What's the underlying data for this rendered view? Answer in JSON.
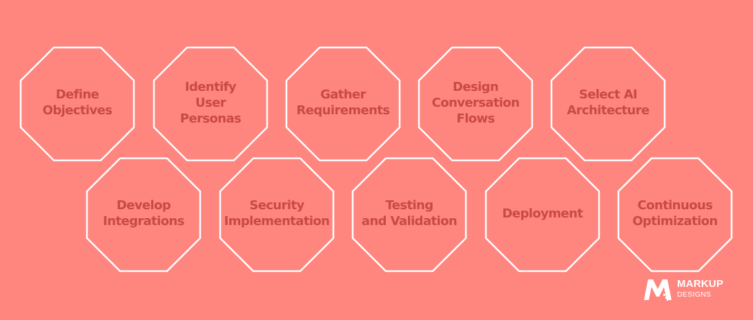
{
  "colors": {
    "background": "#FF857F",
    "outline": "#FFFFFF",
    "text": "#C94A45",
    "logo": "#FFFFFF"
  },
  "diagram": {
    "steps": [
      {
        "label": "Define\nObjectives"
      },
      {
        "label": "Identify\nUser\nPersonas"
      },
      {
        "label": "Gather\nRequirements"
      },
      {
        "label": "Design\nConversation\nFlows"
      },
      {
        "label": "Select AI\nArchitecture"
      },
      {
        "label": "Develop\nIntegrations"
      },
      {
        "label": "Security\nImplementation"
      },
      {
        "label": "Testing\nand Validation"
      },
      {
        "label": "Deployment"
      },
      {
        "label": "Continuous\nOptimization"
      }
    ]
  },
  "logo": {
    "name": "MARKUP",
    "sub": "DESIGNS",
    "icon": "markup-m-logo-icon"
  }
}
